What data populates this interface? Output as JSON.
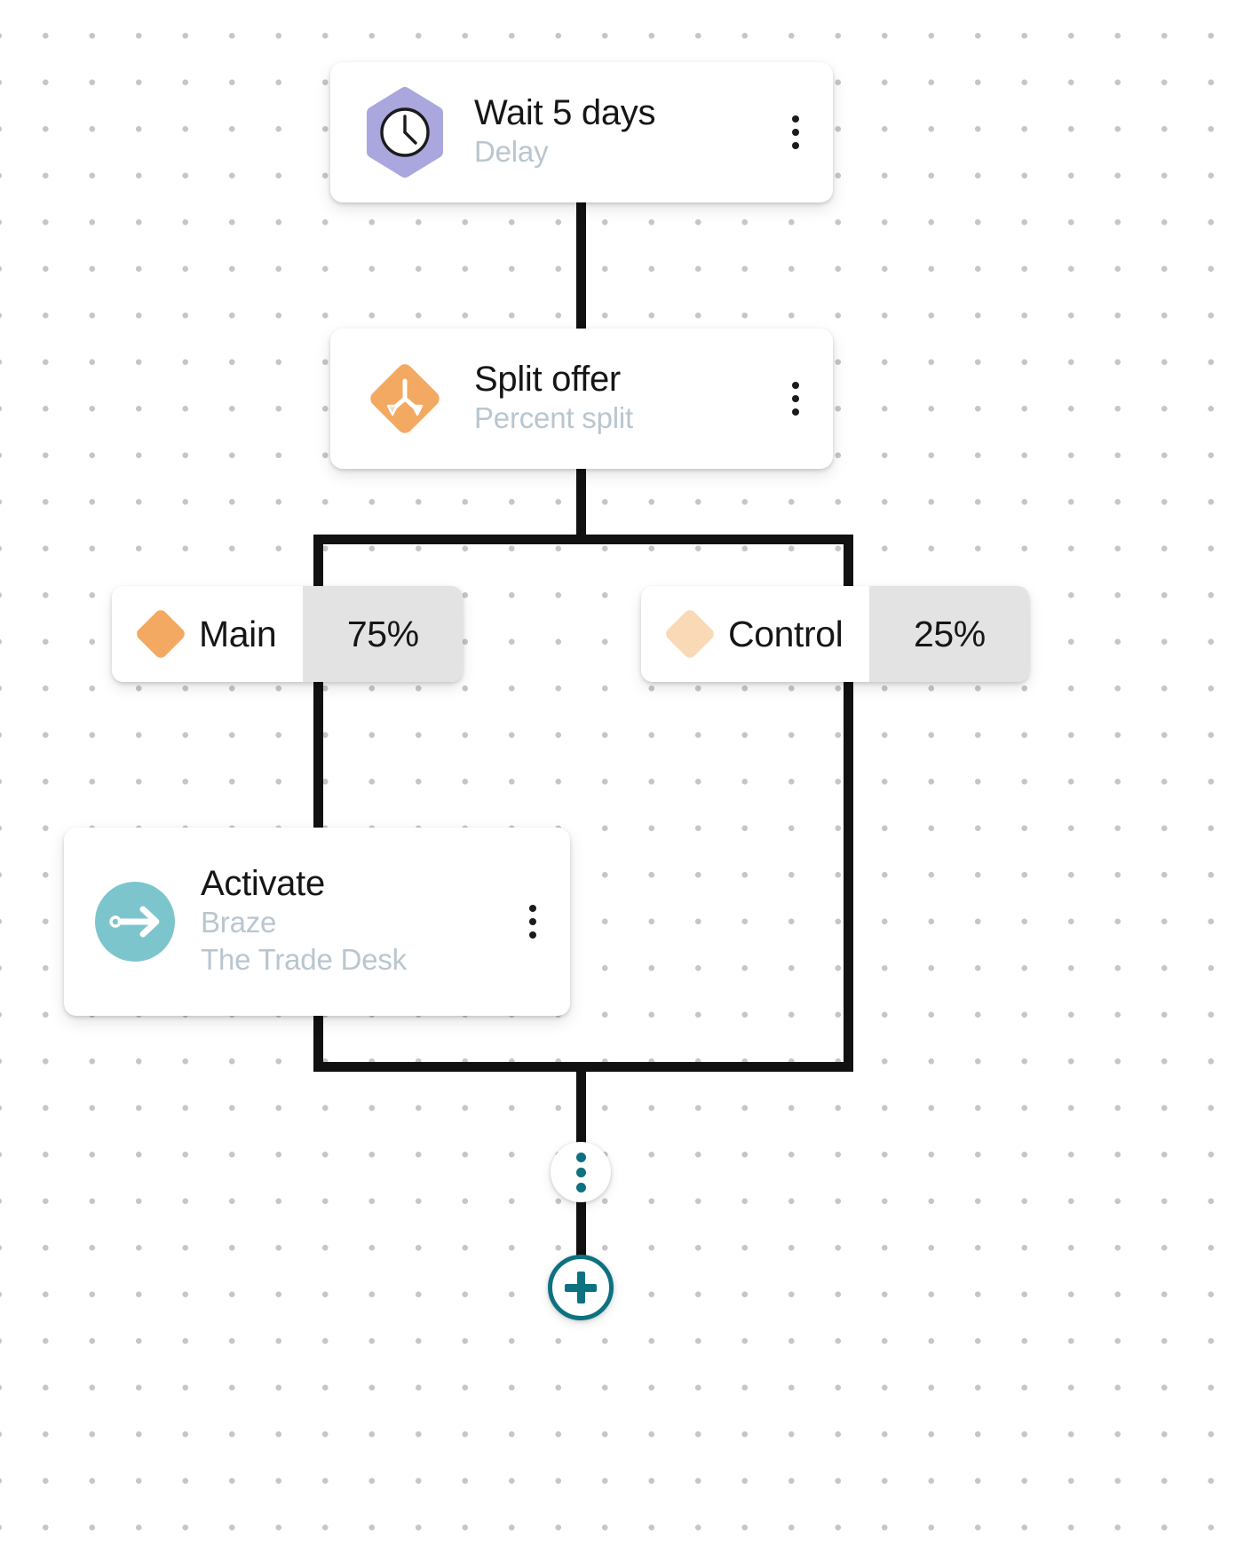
{
  "canvas": {
    "background_color": "#ffffff",
    "dot_color": "#c6c6c6",
    "edge_color": "#111111"
  },
  "nodes": [
    {
      "id": "delay",
      "title": "Wait 5 days",
      "subtitle": "Delay",
      "icon": "clock-hexagon-icon",
      "icon_shape": "hexagon",
      "icon_color": "#aaa7de",
      "menu": "kebab-menu-icon"
    },
    {
      "id": "split",
      "title": "Split offer",
      "subtitle": "Percent split",
      "icon": "branch-split-diamond-icon",
      "icon_shape": "diamond",
      "icon_color": "#f3a961",
      "menu": "kebab-menu-icon"
    },
    {
      "id": "activate",
      "title": "Activate",
      "subtitle_line1": "Braze",
      "subtitle_line2": "The Trade Desk",
      "icon": "arrow-right-circle-icon",
      "icon_shape": "circle",
      "icon_color": "#7dc5cd",
      "menu": "kebab-menu-icon"
    }
  ],
  "branches": [
    {
      "id": "main",
      "label": "Main",
      "percent": "75%",
      "marker": "diamond-marker-icon",
      "marker_color": "#f3a961"
    },
    {
      "id": "control",
      "label": "Control",
      "percent": "25%",
      "marker": "diamond-marker-icon",
      "marker_color": "#fad9b6"
    }
  ],
  "controls": {
    "dots_button": "connector-menu-icon",
    "add_button": "add-step-icon",
    "accent_color": "#0d7180"
  }
}
